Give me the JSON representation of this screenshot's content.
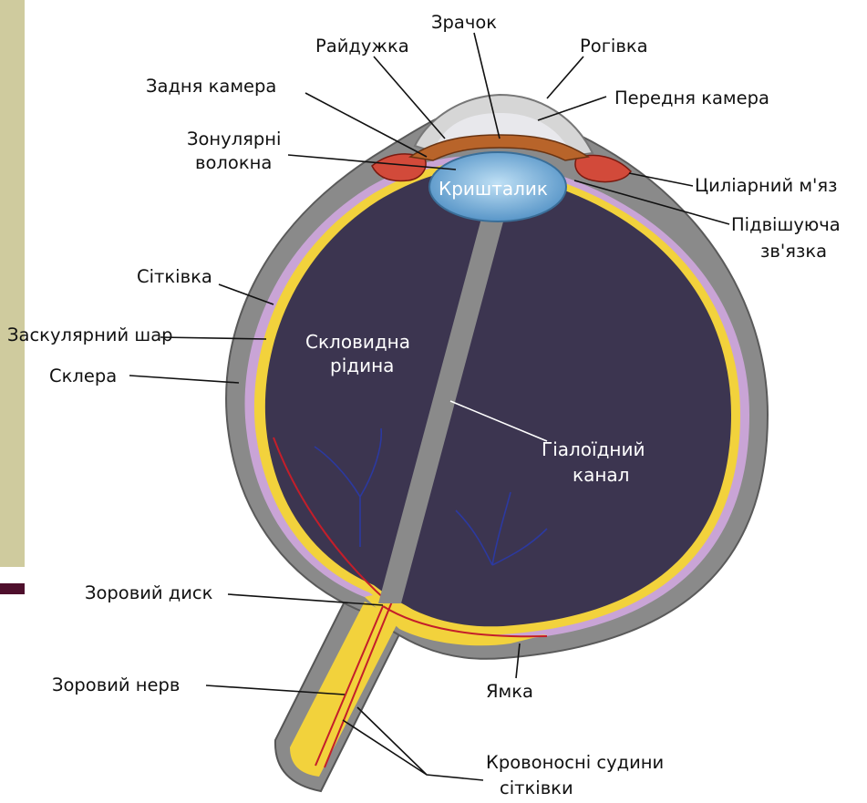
{
  "labels": {
    "pupil": "Зрачок",
    "iris": "Райдужка",
    "cornea": "Рогівка",
    "posterior_chamber": "Задня камера",
    "anterior_chamber": "Передня камера",
    "zonular_fibers_line1": "Зонулярні",
    "zonular_fibers_line2": "волокна",
    "lens": "Кришталик",
    "ciliary_muscle": "Циліарний м'яз",
    "suspensory_ligament_line1": "Підвішуюча",
    "suspensory_ligament_line2": "зв'язка",
    "retina": "Сітківка",
    "choroid": "Заскулярний шар",
    "sclera": "Склера",
    "vitreous_line1": "Скловидна",
    "vitreous_line2": "рідина",
    "hyaloid_canal_line1": "Гіалоїдний",
    "hyaloid_canal_line2": "канал",
    "optic_disc": "Зоровий диск",
    "optic_nerve": "Зоровий нерв",
    "fovea": "Ямка",
    "retinal_vessels_line1": "Кровоносні судини",
    "retinal_vessels_line2": "сітківки"
  },
  "colors": {
    "slide_sidebar": "#cfcb9e",
    "slide_accent": "#4e0f2c",
    "sclera": "#8a8a8a",
    "choroid": "#c9a4d6",
    "retina": "#f2d23c",
    "vitreous": "#3c3550",
    "lens": "#5f9fd0",
    "iris": "#b8642a",
    "ciliary": "#d24a3a",
    "cornea": "#d6d6d6",
    "vessel_red": "#c41e2a",
    "vessel_blue": "#2a3aa8"
  }
}
